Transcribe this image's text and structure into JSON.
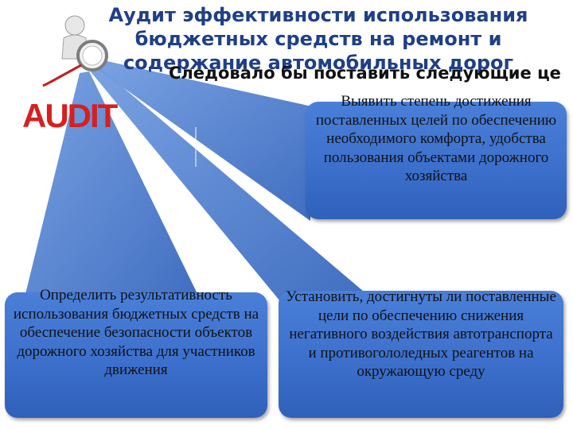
{
  "title_lines": [
    "Аудит эффективности использования",
    "бюджетных средств на ремонт и",
    "содержание автомобильных дорог"
  ],
  "subtitle": "Следовало бы поставить следующие це",
  "logo": {
    "text": "AUDIT",
    "color": "#d62020"
  },
  "figure": {
    "icon": "magnifier-man-icon"
  },
  "boxes": [
    {
      "text": "Выявить степень достижения поставленных целей по обеспечению необходимого комфорта, удобства пользования объектами дорожного хозяйства"
    },
    {
      "text": "Определить результативность использования бюджетных средств на обеспечение безопасности объектов дорожного хозяйства для участников движения"
    },
    {
      "text": "Установить, достигнуты ли поставленные цели по обеспечению снижения негативного воздействия автотранспорта и противогололедных реагентов на окружающую среду"
    }
  ],
  "colors": {
    "title": "#1f3f86",
    "box": "#3c70cc",
    "ray": "#3d6fcb"
  }
}
